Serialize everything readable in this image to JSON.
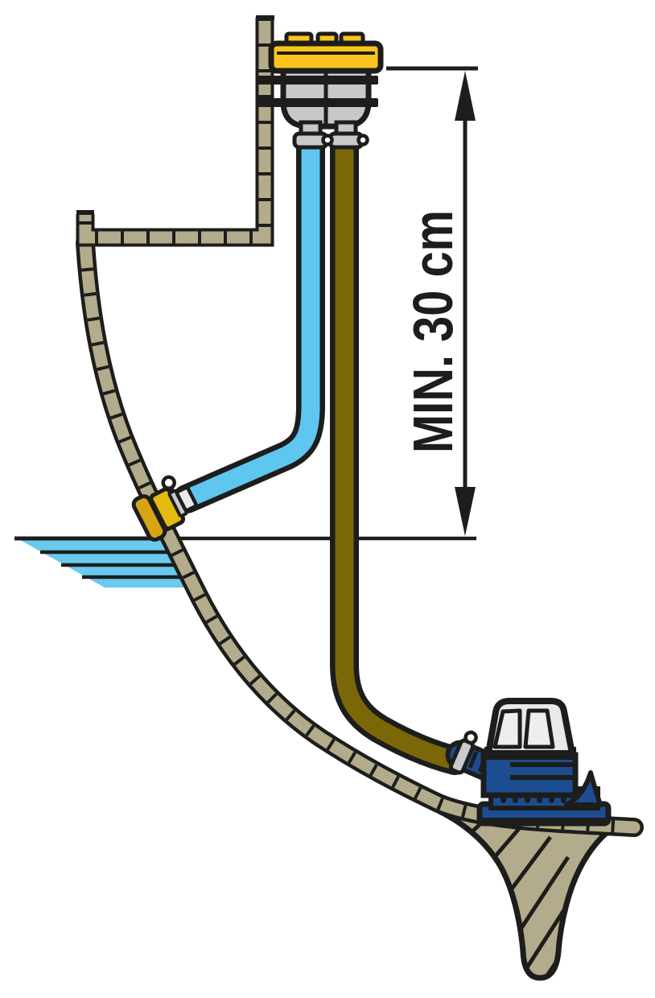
{
  "dimension": {
    "label": "MIN. 30 cm"
  },
  "parts": {
    "vent_device": "anti-siphon-vent",
    "blue_hose": "outlet-hose",
    "olive_hose": "pump-discharge-hose",
    "fitting": "through-hull-outlet",
    "pump": "bilge-pump",
    "water": "waterline"
  },
  "colors": {
    "background": "#ffffff",
    "outline": "#1d1d1b",
    "hull": "#b3ac8c",
    "water": "#69c9ef",
    "hose_water": "#5ec6ef",
    "hose_waste": "#7a6708",
    "vent_yellow": "#fcc51d",
    "vent_gray": "#c8c8ca",
    "clamp_gray": "#c9cacc",
    "fitting_gold": "#d7a513",
    "fitting_yellow": "#e5ba10",
    "pump_navy": "#1c4d90",
    "pump_dome": "#e9e9eb",
    "pane_light": "#eeeef0",
    "white": "#ffffff"
  }
}
